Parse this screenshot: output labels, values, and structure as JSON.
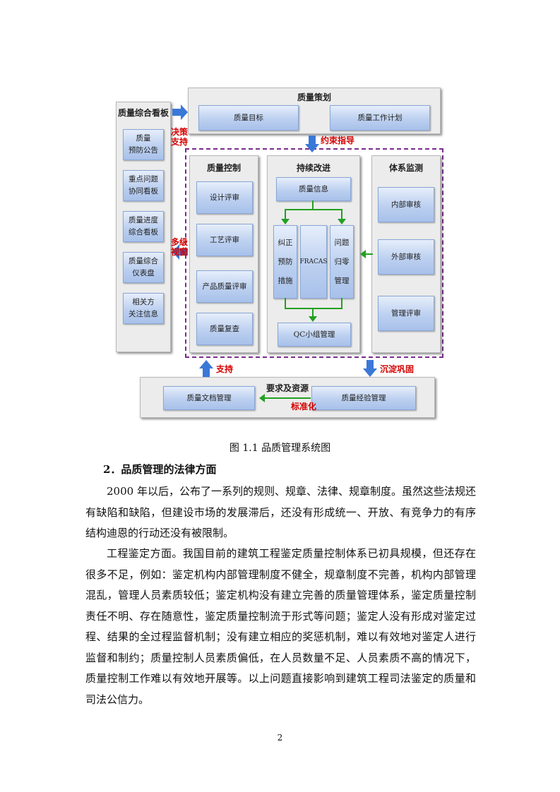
{
  "diagram": {
    "dashboard": {
      "title": "质量综合看板",
      "items": [
        "质量\n预防公告",
        "重点问题\n协同看板",
        "质量进度\n综合看板",
        "质量综合\n仪表盘",
        "相关方\n关注信息"
      ]
    },
    "planning": {
      "title": "质量策划",
      "items": [
        "质量目标",
        "质量工作计划"
      ]
    },
    "control": {
      "title": "质量控制",
      "items": [
        "设计评审",
        "工艺评审",
        "产品质量评审",
        "质量复查"
      ]
    },
    "improvement": {
      "title": "持续改进",
      "info": "质量信息",
      "left": "纠正\n预防\n措施",
      "center": "FRACAS",
      "right": "问题\n归零\n管理",
      "qc": "QC小组管理"
    },
    "monitoring": {
      "title": "体系监测",
      "items": [
        "内部审核",
        "外部审核",
        "管理评审"
      ]
    },
    "resources": {
      "title": "要求及资源",
      "items": [
        "质量文档管理",
        "质量经验管理"
      ]
    },
    "labels": {
      "decision": "决策\n支持",
      "constraint": "约束指导",
      "multiview": "多级\n视窗",
      "support": "支持",
      "consolidate": "沉淀巩固",
      "standardize": "标准化"
    },
    "colors": {
      "box_blue": "#bcd0f0",
      "label_red": "#d40000",
      "dash_purple": "#7a2c8c",
      "arrow_blue": "#3a78d8",
      "arrow_green": "#22a022"
    }
  },
  "caption": "图 1.1  品质管理系统图",
  "heading": "2．品质管理的法律方面",
  "paragraphs": [
    "2000 年以后，公布了一系列的规则、规章、法律、规章制度。虽然这些法规还有缺陷和缺陷，但建设市场的发展滞后，还没有形成统一、开放、有竞争力的有序结构迪恩的行动还没有被限制。",
    "工程鉴定方面。我国目前的建筑工程鉴定质量控制体系已初具规模，但还存在很多不足，例如：鉴定机构内部管理制度不健全，规章制度不完善，机构内部管理混乱，管理人员素质较低；鉴定机构没有建立完善的质量管理体系，鉴定质量控制责任不明、存在随意性，鉴定质量控制流于形式等问题；鉴定人没有形成对鉴定过程、结果的全过程监督机制；没有建立相应的奖惩机制，难以有效地对鉴定人进行监督和制约；质量控制人员素质偏低，在人员数量不足、人员素质不高的情况下，质量控制工作难以有效地开展等。以上问题直接影响到建筑工程司法鉴定的质量和司法公信力。"
  ],
  "page_number": "2"
}
